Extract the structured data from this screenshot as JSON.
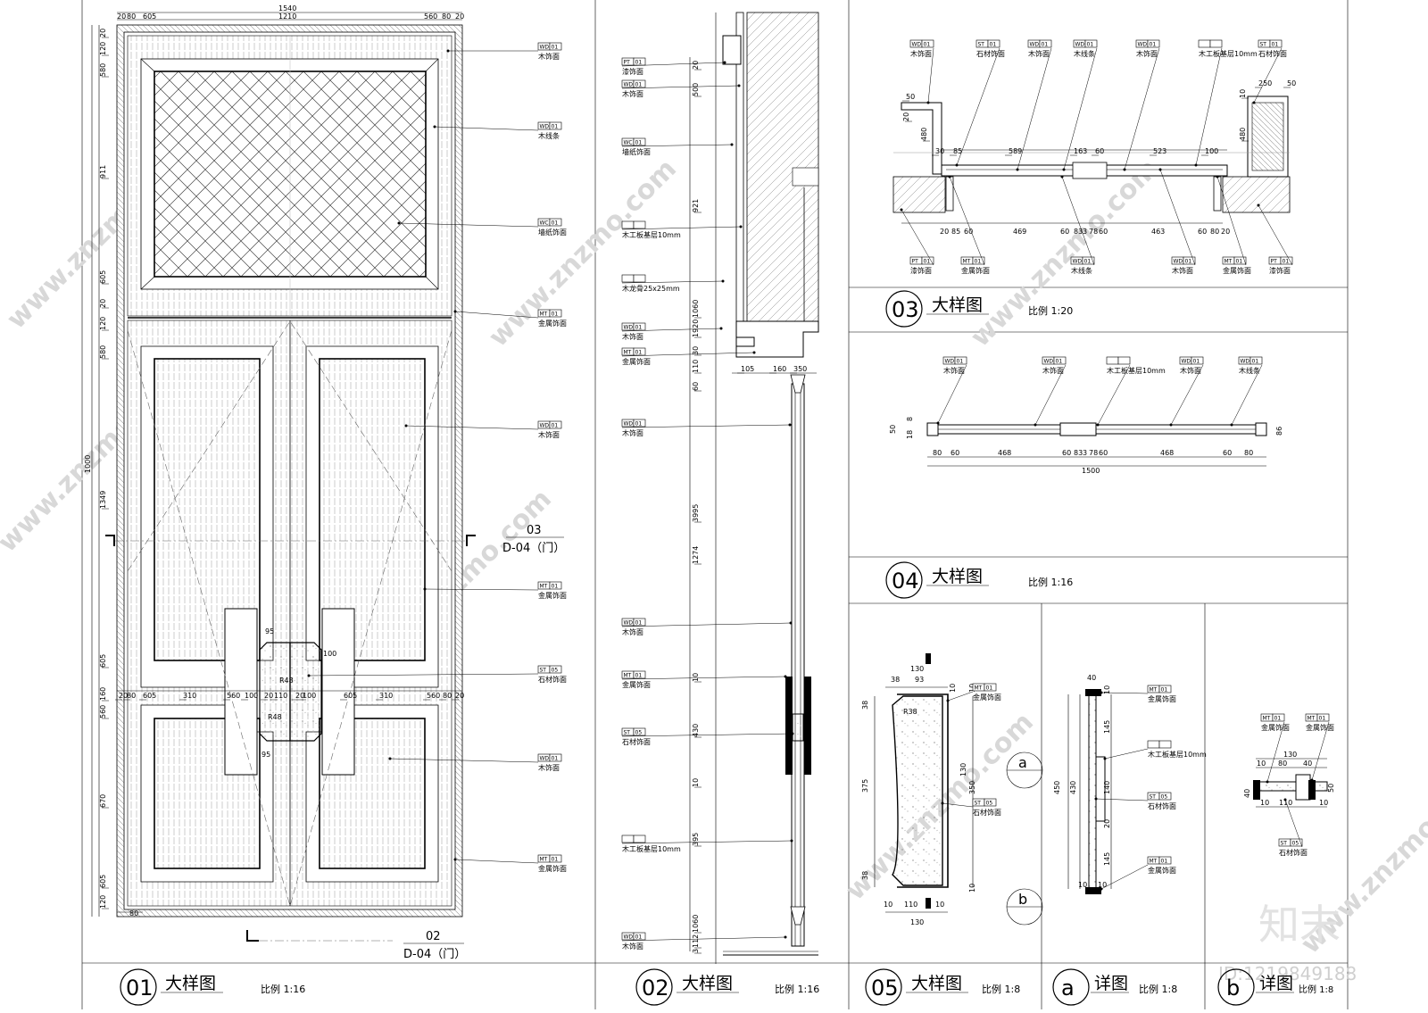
{
  "panels": [
    {
      "id": "01",
      "title": "大样图",
      "scale": "比例   1:16"
    },
    {
      "id": "02",
      "title": "大样图",
      "scale": "比例   1:16"
    },
    {
      "id": "03",
      "title": "大样图",
      "scale": "比例   1:20"
    },
    {
      "id": "04",
      "title": "大样图",
      "scale": "比例   1:16"
    },
    {
      "id": "05",
      "title": "大样图",
      "scale": "比例   1:8"
    },
    {
      "id": "a",
      "title": "详图",
      "scale": "比例   1:8"
    },
    {
      "id": "b",
      "title": "详图",
      "scale": "比例   1:8"
    }
  ],
  "callouts01": [
    {
      "code": "WD",
      "num": "01",
      "text": "木饰面"
    },
    {
      "code": "WD",
      "num": "01",
      "text": "木线条"
    },
    {
      "code": "WC",
      "num": "01",
      "text": "墙纸饰面"
    },
    {
      "code": "MT",
      "num": "01",
      "text": "金属饰面"
    },
    {
      "code": "WD",
      "num": "01",
      "text": "木饰面"
    },
    {
      "code": "MT",
      "num": "01",
      "text": "金属饰面"
    },
    {
      "code": "ST",
      "num": "05",
      "text": "石材饰面"
    },
    {
      "code": "WD",
      "num": "01",
      "text": "木饰面"
    },
    {
      "code": "MT",
      "num": "01",
      "text": "金属饰面"
    }
  ],
  "callouts02": [
    {
      "code": "PT",
      "num": "01",
      "text": "漆饰面"
    },
    {
      "code": "WD",
      "num": "01",
      "text": "木饰面"
    },
    {
      "code": "WC",
      "num": "01",
      "text": "墙纸饰面"
    },
    {
      "code": "",
      "num": "",
      "text": "木工板基层10mm"
    },
    {
      "code": "",
      "num": "",
      "text": "木龙骨25x25mm"
    },
    {
      "code": "WD",
      "num": "01",
      "text": "木饰面"
    },
    {
      "code": "MT",
      "num": "01",
      "text": "金属饰面"
    },
    {
      "code": "WD",
      "num": "01",
      "text": "木饰面"
    },
    {
      "code": "WD",
      "num": "01",
      "text": "木饰面"
    },
    {
      "code": "MT",
      "num": "01",
      "text": "金属饰面"
    },
    {
      "code": "ST",
      "num": "05",
      "text": "石材饰面"
    },
    {
      "code": "",
      "num": "",
      "text": "木工板基层10mm"
    },
    {
      "code": "WD",
      "num": "01",
      "text": "木饰面"
    }
  ],
  "callouts03top": [
    {
      "code": "WD",
      "num": "01",
      "text": "木饰面"
    },
    {
      "code": "ST",
      "num": "01",
      "text": "石材饰面"
    },
    {
      "code": "WD",
      "num": "01",
      "text": "木饰面"
    },
    {
      "code": "WD",
      "num": "01",
      "text": "木线条"
    },
    {
      "code": "WD",
      "num": "01",
      "text": "木饰面"
    },
    {
      "code": "",
      "num": "",
      "text": "木工板基层10mm"
    },
    {
      "code": "ST",
      "num": "01",
      "text": "石材饰面"
    }
  ],
  "callouts03bot": [
    {
      "code": "PT",
      "num": "01",
      "text": "漆饰面"
    },
    {
      "code": "MT",
      "num": "01",
      "text": "金属饰面"
    },
    {
      "code": "WD",
      "num": "01",
      "text": "木线条"
    },
    {
      "code": "WD",
      "num": "01",
      "text": "木饰面"
    },
    {
      "code": "MT",
      "num": "01",
      "text": "金属饰面"
    },
    {
      "code": "PT",
      "num": "01",
      "text": "漆饰面"
    }
  ],
  "callouts04": [
    {
      "code": "WD",
      "num": "01",
      "text": "木饰面"
    },
    {
      "code": "WD",
      "num": "01",
      "text": "木饰面"
    },
    {
      "code": "",
      "num": "",
      "text": "木工板基层10mm"
    },
    {
      "code": "WD",
      "num": "01",
      "text": "木饰面"
    },
    {
      "code": "WD",
      "num": "01",
      "text": "木线条"
    }
  ],
  "callouts05": [
    {
      "code": "MT",
      "num": "01",
      "text": "金属饰面"
    },
    {
      "code": "ST",
      "num": "05",
      "text": "石材饰面"
    }
  ],
  "calloutsA": [
    {
      "code": "MT",
      "num": "01",
      "text": "金属饰面"
    },
    {
      "code": "",
      "num": "",
      "text": "木工板基层10mm"
    },
    {
      "code": "ST",
      "num": "05",
      "text": "石材饰面"
    },
    {
      "code": "MT",
      "num": "01",
      "text": "金属饰面"
    }
  ],
  "calloutsB": [
    {
      "code": "MT",
      "num": "01",
      "text": "金属饰面"
    },
    {
      "code": "MT",
      "num": "01",
      "text": "金属饰面"
    },
    {
      "code": "ST",
      "num": "05",
      "text": "石材饰面"
    }
  ],
  "dims01": {
    "top_total": "1540",
    "top_inner": "1210",
    "top_l1": "20",
    "top_l2": "80",
    "top_l3": "605",
    "top_r1": "560",
    "top_r2": "80",
    "top_r3": "20",
    "left": [
      "20",
      "120",
      "580",
      "911",
      "605",
      "20",
      "120",
      "580",
      "1349",
      "605",
      "160",
      "560",
      "670",
      "605",
      "120"
    ],
    "total_height": "1000",
    "mid": [
      "20",
      "80",
      "605",
      "310",
      "560",
      "100",
      "20",
      "110",
      "20",
      "100",
      "605",
      "310",
      "560",
      "80",
      "20"
    ],
    "small": [
      "95",
      "100",
      "95",
      "R48",
      "R48"
    ],
    "bottom": "80"
  },
  "sections01": {
    "sec03_num": "03",
    "sec03_ref": "D-04（门）",
    "sec02_num": "02",
    "sec02_ref": "D-04（门）"
  },
  "dims02": [
    "20",
    "500",
    "921",
    "1060",
    "1920",
    "30",
    "110",
    "60",
    "3995",
    "1274",
    "10",
    "430",
    "10",
    "395",
    "1060",
    "112",
    "3",
    "105",
    "160",
    "350"
  ],
  "dims03": {
    "top": [
      "50",
      "20",
      "480",
      "30",
      "85",
      "589",
      "163",
      "60",
      "523",
      "100",
      "250",
      "50",
      "10",
      "480"
    ],
    "bot": [
      "20",
      "85",
      "60",
      "469",
      "60",
      "83",
      "3",
      "78",
      "60",
      "463",
      "60",
      "80",
      "20"
    ]
  },
  "dims04": {
    "row": [
      "80",
      "60",
      "468",
      "60",
      "83",
      "3",
      "78",
      "60",
      "468",
      "60",
      "80"
    ],
    "total": "1500",
    "left": [
      "50",
      "8",
      "18"
    ],
    "right": "86"
  },
  "dims05": [
    "130",
    "38",
    "93",
    "R38",
    "38",
    "375",
    "130",
    "350",
    "38",
    "10",
    "10",
    "110",
    "10",
    "130",
    "10",
    "10"
  ],
  "dimsA": [
    "40",
    "10",
    "145",
    "450",
    "430",
    "140",
    "20",
    "145",
    "10",
    "10"
  ],
  "dimsB": [
    "130",
    "10",
    "80",
    "40",
    "40",
    "110",
    "10",
    "50",
    "10"
  ],
  "sec_marks": {
    "a": "a",
    "b": "b"
  },
  "watermark": {
    "brand": "知末",
    "site": "www.znzmo.com",
    "id": "ID:1219849188"
  }
}
